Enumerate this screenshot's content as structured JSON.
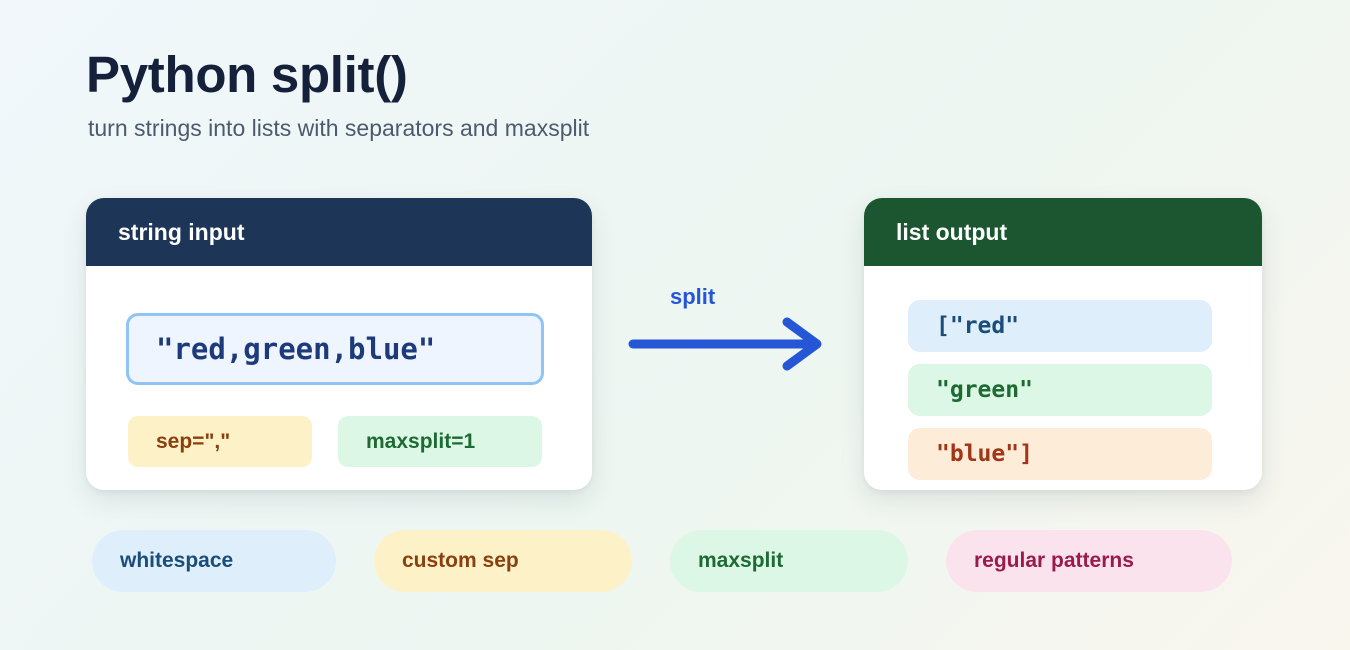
{
  "title": "Python split()",
  "subtitle": "turn strings into lists with separators and maxsplit",
  "input_card": {
    "header": "string input",
    "string_value": "\"red,green,blue\"",
    "params": {
      "sep": "sep=\",\"",
      "maxsplit": "maxsplit=1"
    }
  },
  "arrow": {
    "label": "split",
    "color": "#2456d6"
  },
  "output_card": {
    "header": "list output",
    "items": [
      "[\"red\"",
      "\"green\"",
      "\"blue\"]"
    ]
  },
  "chips": [
    "whitespace",
    "custom sep",
    "maxsplit",
    "regular patterns"
  ],
  "colors": {
    "input_header": "#1d3557",
    "output_header": "#1b5631",
    "title": "#15213a"
  }
}
